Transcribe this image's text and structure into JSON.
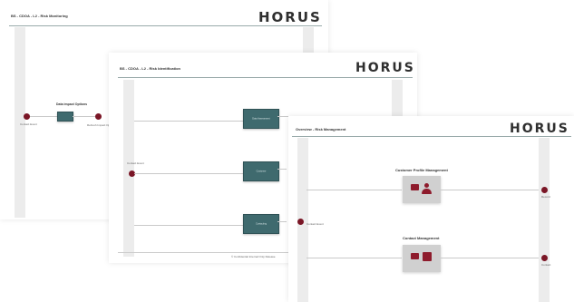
{
  "sheets": {
    "s1": {
      "title": "BS - CDOA - L2 - Risk Monitoring",
      "logo": "HORUS",
      "start_label": "Contact Event",
      "step_label": "Data impact Options",
      "end_label": "Refresh Impact Options"
    },
    "s2": {
      "title": "BS - CDOA - L2 - Risk Identification",
      "logo": "HORUS",
      "start_label": "Contact Event",
      "steps": [
        "Data Assessment",
        "Customer",
        "Contacting"
      ],
      "footer": "© Confidential Internal Only Release"
    },
    "s3": {
      "title": "Overview - Risk Management",
      "logo": "HORUS",
      "start_label": "Contact Event",
      "cards": [
        {
          "title": "Customer Profile Management",
          "end_label": "Record"
        },
        {
          "title": "Contact Management",
          "end_label": "Contact"
        }
      ]
    }
  },
  "colors": {
    "accent": "#8b1a2b",
    "step": "#3f6a6e"
  }
}
